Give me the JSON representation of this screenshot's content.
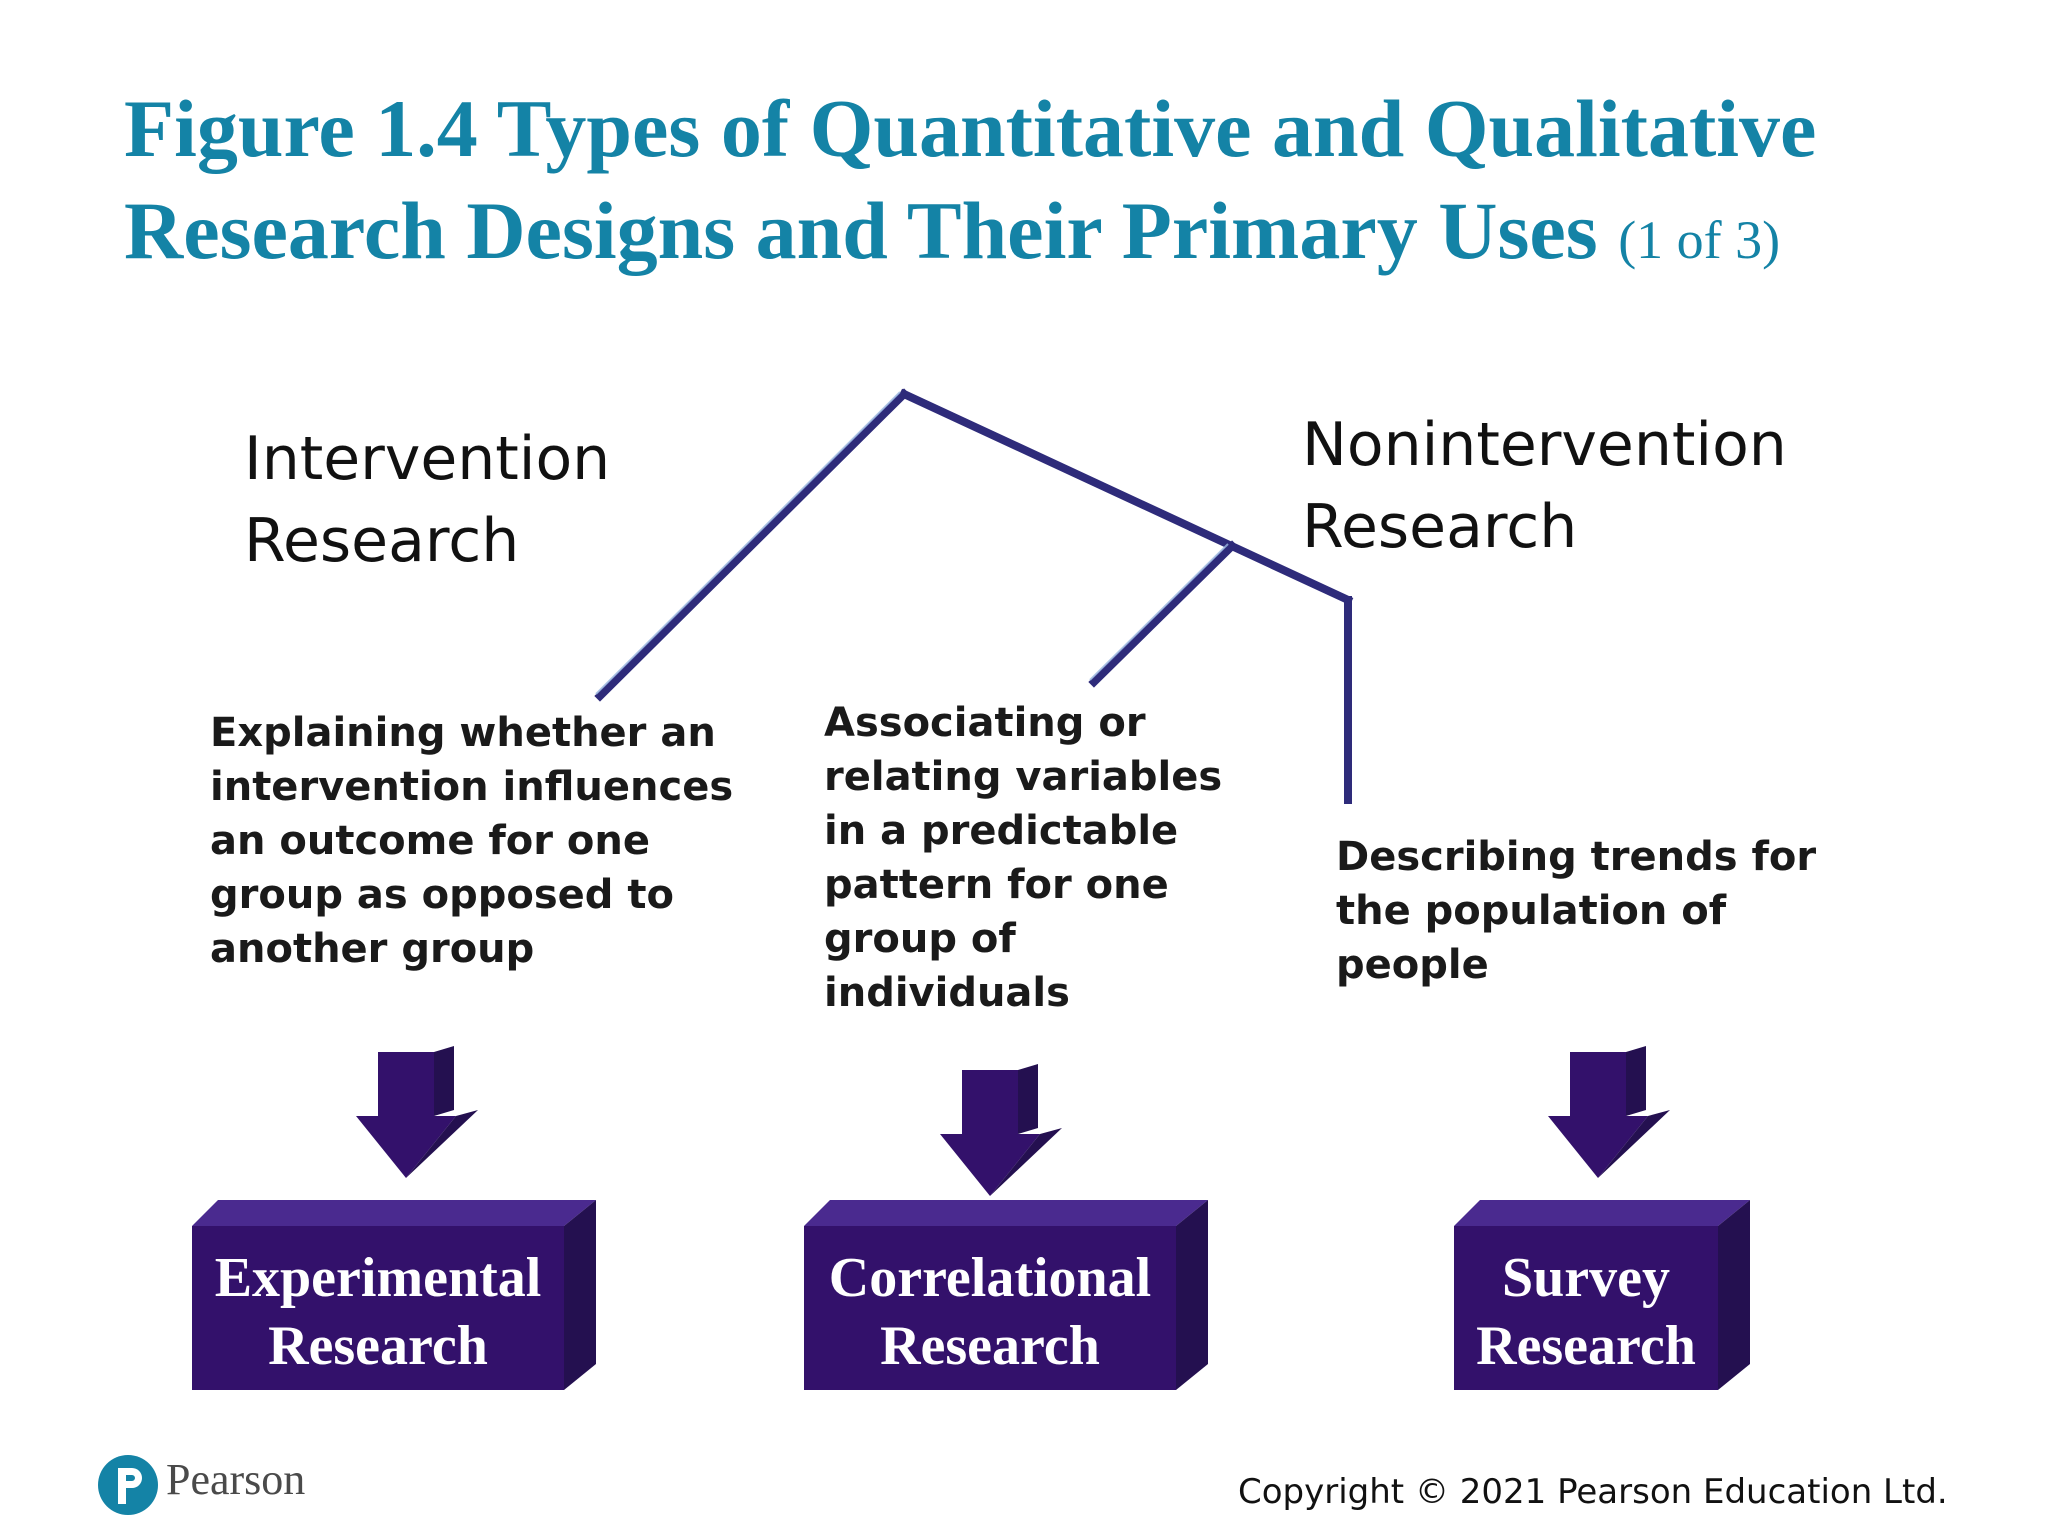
{
  "title": {
    "line1": "Figure 1.4 Types of Quantitative and Qualitative",
    "line2": "Research Designs and Their Primary Uses",
    "page_indicator": "(1 of 3)"
  },
  "categories": {
    "intervention": {
      "line1": "Intervention",
      "line2": "Research"
    },
    "nonintervention": {
      "line1": "Nonintervention",
      "line2": "Research"
    }
  },
  "descriptions": {
    "experimental": [
      "Explaining whether an",
      "intervention influences",
      "an outcome for one",
      "group as opposed to",
      "another group"
    ],
    "correlational": [
      "Associating or",
      "relating variables",
      "in a predictable",
      "pattern for one",
      "group of",
      "individuals"
    ],
    "survey": [
      "Describing trends for",
      "the population of",
      "people"
    ]
  },
  "designs": {
    "experimental": {
      "line1": "Experimental",
      "line2": "Research"
    },
    "correlational": {
      "line1": "Correlational",
      "line2": "Research"
    },
    "survey": {
      "line1": "Survey",
      "line2": "Research"
    }
  },
  "colors": {
    "title": "#1483a6",
    "tree_line": "#2e2b7a",
    "box_front": "#33116b",
    "box_top": "#4a2a8f",
    "box_side": "#241050"
  },
  "footer": {
    "logo_text": "Pearson",
    "copyright": "Copyright © 2021 Pearson Education Ltd."
  }
}
